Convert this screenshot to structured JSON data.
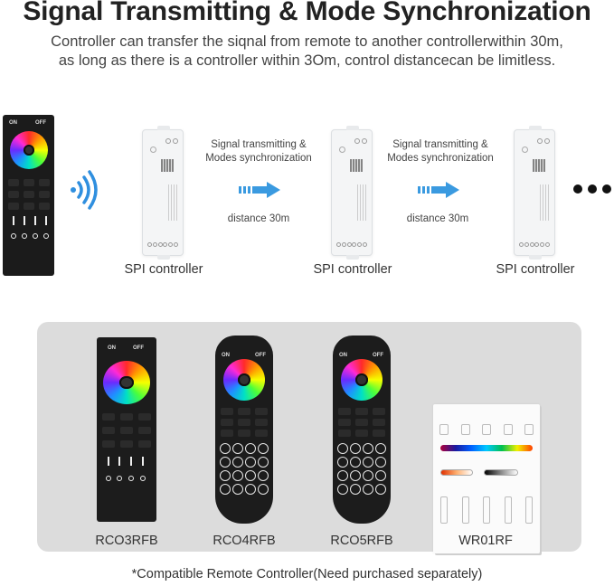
{
  "header": {
    "title": "Signal Transmitting & Mode Synchronization",
    "subtitle_line1": "Controller can transfer the siqnal from remote to another controllerwithin 30m,",
    "subtitle_line2": "as long as there is a controller within 3Om, control distancecan be limitless."
  },
  "diagram": {
    "remote": {
      "on_label": "ON",
      "off_label": "OFF",
      "icon": "wireless-signal-icon"
    },
    "controllers": [
      {
        "label": "SPI controller"
      },
      {
        "label": "SPI controller"
      },
      {
        "label": "SPI controller"
      }
    ],
    "links": [
      {
        "caption_line1": "Signal transmitting &",
        "caption_line2": "Modes synchronization",
        "distance": "distance 30m",
        "icon": "arrow-right-icon"
      },
      {
        "caption_line1": "Signal transmitting &",
        "caption_line2": "Modes synchronization",
        "distance": "distance 30m",
        "icon": "arrow-right-icon"
      }
    ],
    "continuation_icon": "ellipsis-icon",
    "colors": {
      "arrow": "#3a9ae0",
      "wifi": "#2f8fdf"
    }
  },
  "compatible": {
    "remotes": [
      {
        "model": "RCO3RFB",
        "on_label": "ON",
        "off_label": "OFF"
      },
      {
        "model": "RCO4RFB",
        "on_label": "ON",
        "off_label": "OFF"
      },
      {
        "model": "RCO5RFB",
        "on_label": "ON",
        "off_label": "OFF"
      },
      {
        "model": "WR01RF"
      }
    ],
    "panel_bg": "#dcdcdc",
    "footnote": "*Compatible Remote Controller(Need purchased separately)"
  }
}
